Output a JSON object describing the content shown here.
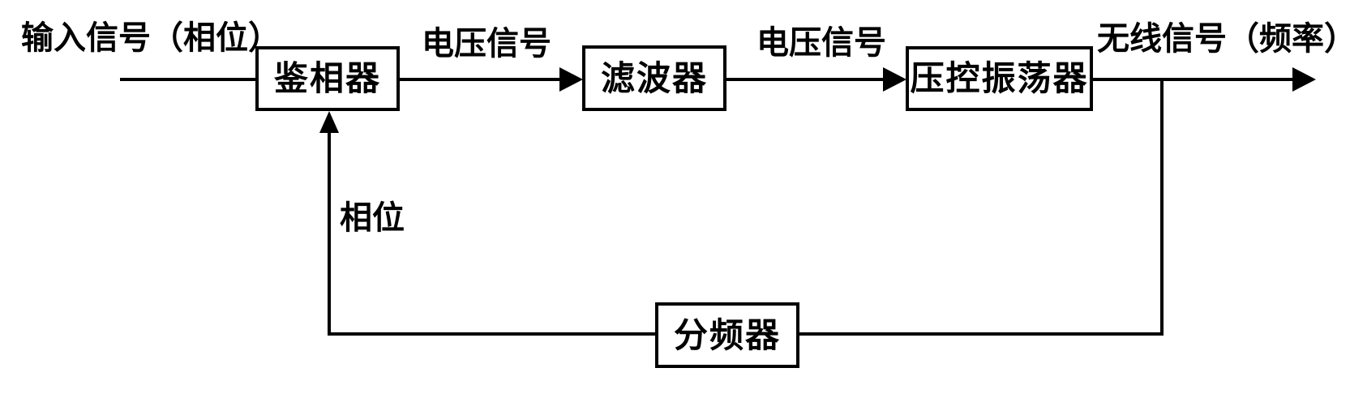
{
  "canvas": {
    "background": "#ffffff",
    "line_color": "#000000",
    "text_color": "#000000"
  },
  "diagram": {
    "type": "block-diagram",
    "blocks": [
      {
        "id": "phase-detector",
        "label": "鉴相器"
      },
      {
        "id": "filter",
        "label": "滤波器"
      },
      {
        "id": "vco",
        "label": "压控振荡器"
      },
      {
        "id": "divider",
        "label": "分频器"
      }
    ],
    "edge_labels": [
      {
        "id": "input",
        "text": "输入信号（相位）"
      },
      {
        "id": "voltage-1",
        "text": "电压信号"
      },
      {
        "id": "voltage-2",
        "text": "电压信号"
      },
      {
        "id": "output",
        "text": "无线信号（频率）"
      },
      {
        "id": "feedback",
        "text": "相位"
      }
    ]
  }
}
